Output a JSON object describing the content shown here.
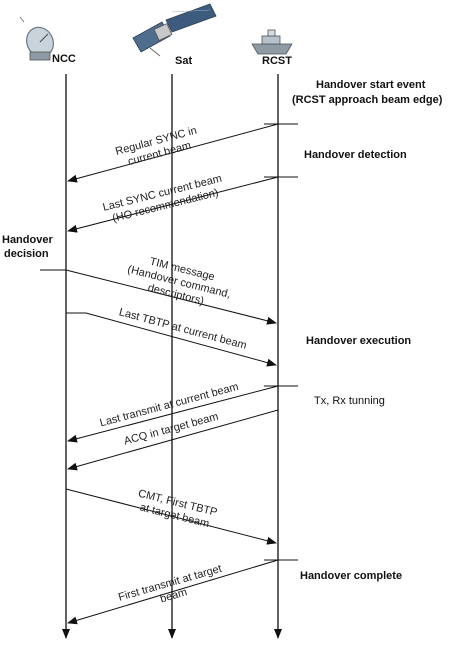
{
  "entities": {
    "ncc": "NCC",
    "sat": "Sat",
    "rcst": "RCST"
  },
  "icons": {
    "ncc": "satellite-dish-icon",
    "sat": "satellite-icon",
    "rcst": "ship-icon"
  },
  "events": {
    "start_line1": "Handover start event",
    "start_line2": "(RCST approach beam edge)",
    "detection": "Handover detection",
    "decision_line1": "Handover",
    "decision_line2": "decision",
    "execution": "Handover execution",
    "tuning": "Tx, Rx tunning",
    "complete": "Handover complete"
  },
  "messages": {
    "m1_l1": "Regular SYNC in",
    "m1_l2": "current beam",
    "m2_l1": "Last SYNC current beam",
    "m2_l2": "(HO recommendation)",
    "m3_l1": "TIM message",
    "m3_l2": "(Handover command,",
    "m3_l3": "descriptors)",
    "m4_l1": "Last TBTP at current beam",
    "m5_l1": "Last transmit at current beam",
    "m6_l1": "ACQ in target beam",
    "m7_l1": "CMT, First TBTP",
    "m7_l2": "at target beam",
    "m8_l1": "First transmit at target",
    "m8_l2": "beam"
  }
}
